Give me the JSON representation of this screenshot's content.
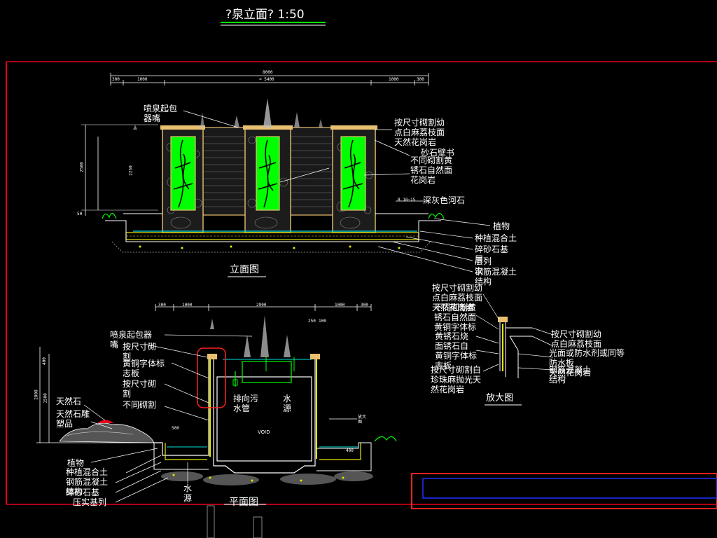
{
  "drawing_title": "?泉立面?  1:50",
  "elevation": {
    "title": "立面图",
    "dims": {
      "total": "8000",
      "half": "≈ 5400",
      "left_a": "300",
      "left_b": "1000",
      "right_a": "1000",
      "right_b": "300",
      "h_total": "2500",
      "h_inner": "2250",
      "base": "50",
      "r_label": "R 10~15"
    },
    "labels": {
      "fountain": "喷泉起包\n器嘴",
      "stone_cut": "按尺寸砌割幼\n点白麻荔枝面\n天然花岗岩",
      "sandstone": "砂石壁书",
      "bronze": "不同砌割黄\n锈石自然面\n花岗岩",
      "river_stone": "深灰色河石",
      "plant": "植物",
      "soil": "种植混合土",
      "gravel": "碎砂石基\n层",
      "layers": "层列\n次",
      "concrete": "钢筋混凝土\n结构"
    }
  },
  "section": {
    "title": "平面图",
    "dims": {
      "a": "300",
      "b": "1000",
      "c": "2900",
      "d": "1000",
      "e": "300",
      "f": "250",
      "g": "100",
      "v1": "400",
      "v2": "2000",
      "v3": "1500",
      "p1": "500",
      "p2": "400"
    },
    "labels": {
      "fountain": "喷泉起包器\n嘴",
      "cut1": "按尺寸砌\n割",
      "bronze_sign": "黄铜字体标\n志板",
      "cut2": "按尺寸砌\n割",
      "cut3": "不同砌割",
      "rock": "天然石",
      "sculpture": "天然石雕\n塑品",
      "drain": "排向污\n水管",
      "water": "水\n源",
      "water2": "水\n源",
      "void": "VOID",
      "note": "放大\n图",
      "plant": "植物",
      "soil": "种植混合土",
      "concrete": "钢筋混凝土\n结构",
      "gravel": "碎砂石基",
      "compact": "压实基列"
    }
  },
  "detail": {
    "title": "放大图",
    "labels": {
      "l1": "按尺寸砌割幼\n点白麻荔枝面\n天然花岗岩",
      "l2": "不同砌割黄\n锈石自然面",
      "l3": "黄铜字体标",
      "l4": "黄锈石烧\n面锈石自\n黄铜字体标\n志板",
      "l5": "按尺寸砌割白\n珍珠麻抛光天\n然花岗岩",
      "r1": "按尺寸砌割幼\n点白麻荔枝面",
      "r2": "光面或防水剂或同等\n防水板\n天然花岗岩",
      "r3": "钢筋混凝土\n结构"
    }
  },
  "colors": {
    "frame": "#e8001c",
    "titleblock": "#ff2020",
    "blueframe": "#2030ff",
    "green": "#00ff00",
    "yellow": "#e8e800",
    "cyan": "#00e0e0",
    "stone": "#c8a070"
  }
}
